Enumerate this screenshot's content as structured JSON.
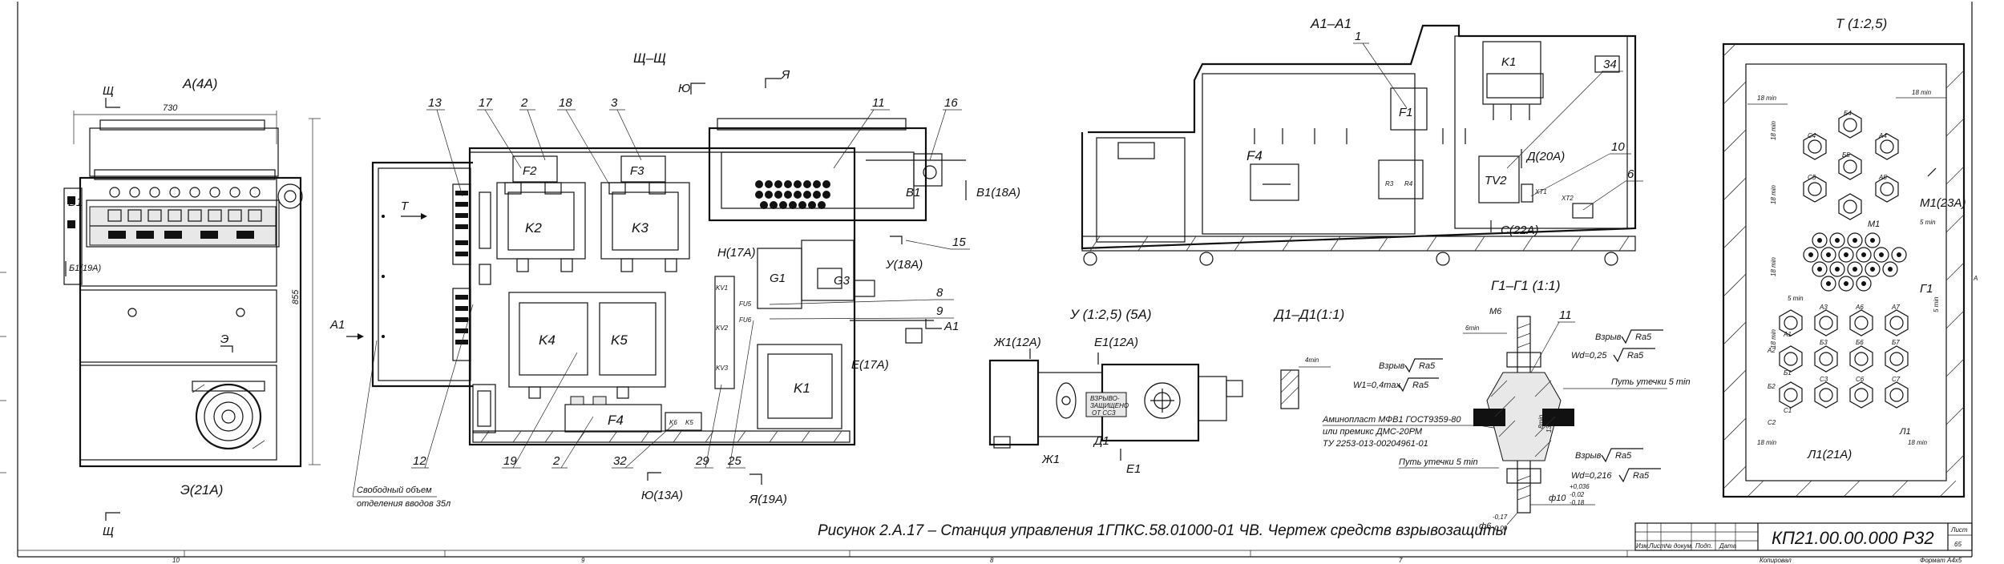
{
  "views": {
    "a4a": "А(4А)",
    "shch": "Щ–Щ",
    "a1a1": "А1–А1",
    "t_scale": "Т (1:2,5)",
    "u_scale": "У (1:2,5) (5А)",
    "d1d1": "Д1–Д1(1:1)",
    "g1g1": "Г1–Г1 (1:1)"
  },
  "refs": {
    "shch1": "Щ",
    "shch2": "Щ",
    "b1": "Б1",
    "b1_19a": "Б1(19А)",
    "e": "Э",
    "e_21a": "Э(21А)",
    "t": "Т",
    "a1_left": "А1",
    "a1_right": "А1",
    "yu": "Ю",
    "yu_13a": "Ю(13А)",
    "ya": "Я",
    "ya_19a": "Я(19А)",
    "v1": "В1",
    "v1_18a": "В1(18А)",
    "u_18a": "У(18А)",
    "n_17a": "Н(17А)",
    "e_17a": "Е(17А)",
    "d_20a": "Д(20А)",
    "s_22a": "С(22А)",
    "m1": "М1",
    "m1_23a": "М1(23А)",
    "l1": "Л1",
    "l1_21a": "Л1(21А)",
    "g1": "Г1",
    "zh1_12a": "Ж1(12А)",
    "e1_12a": "Е1(12А)",
    "zh1": "Ж1",
    "d1": "Д1",
    "e1": "Е1"
  },
  "dims": {
    "w730": "730",
    "h855": "855",
    "m6": "М6",
    "min4": "4min",
    "min6": "6min",
    "min8": "8min",
    "min13": "13min",
    "min18": "18 min",
    "min5": "5 min",
    "phi10": "ф10",
    "phi10_tol1": "+0,036",
    "phi10_tol2": "-0,02",
    "phi10_tol3": "-0,18",
    "phi6": "ф6",
    "phi6_tol1": "-0,17",
    "phi6_tol2": "-0,00"
  },
  "callouts": [
    "13",
    "17",
    "2",
    "18",
    "3",
    "11",
    "16",
    "15",
    "8",
    "9",
    "12",
    "19",
    "2",
    "32",
    "29",
    "25",
    "1",
    "34",
    "10",
    "6",
    "11"
  ],
  "components": {
    "f2": "F2",
    "f3": "F3",
    "k2": "K2",
    "k3": "K3",
    "k4": "K4",
    "k5": "K5",
    "k1": "K1",
    "f4": "F4",
    "g1": "G1",
    "g3": "G3",
    "kv1": "KV1",
    "kv2": "KV2",
    "kv3": "KV3",
    "fu5": "FU5",
    "fu6": "FU6",
    "f1": "F1",
    "k1b": "K1",
    "f4b": "F4",
    "r3": "R3",
    "r4": "R4",
    "tv2": "TV2",
    "xt1": "XT1",
    "xt2": "XT2",
    "a1": "А1",
    "a2": "А2",
    "a3": "А3",
    "a4": "А4",
    "a5": "А5",
    "a6": "А6",
    "a7": "А7",
    "b1": "Б1",
    "b2": "Б2",
    "b3": "Б3",
    "b4": "Б4",
    "b5": "Б5",
    "b6": "Б6",
    "b7": "Б7",
    "c1": "С1",
    "c2": "С2",
    "c3": "С3",
    "c4": "С4",
    "c5": "С5",
    "c6": "С6",
    "c7": "С7"
  },
  "notes": {
    "free_volume_1": "Свободный объем",
    "free_volume_2": "отделения вводов 35л",
    "vzryv": "Взрыв",
    "ra5": "Ra5",
    "w_max": "W1=0,4max",
    "wd025": "Wd=0,25",
    "wd0216": "Wd=0,216",
    "leak5": "Путь утечки 5 min",
    "material_1": "Аминопласт МФВ1 ГОСТ9359-80",
    "material_2": "или премикс ДМС-20РМ",
    "material_3": "ТУ 2253-013-00204961-01",
    "plate_1": "ВЗРЫВО-",
    "plate_2": "ЗАЩИЩЕНО",
    "plate_3": "ОТ ССЗ"
  },
  "caption": "Рисунок 2.А.17 – Станция управления 1ГПКС.58.01000-01 ЧВ. Чертеж средств взрывозащиты",
  "stamp": {
    "code": "КП21.00.00.000 Р32",
    "sheet_label": "Лист",
    "sheet_no": "65",
    "col_izm": "Изм.",
    "col_list": "Лист",
    "col_doc": "№ докум.",
    "col_sign": "Подп.",
    "col_date": "Дата",
    "copied": "Копировал",
    "format": "Формат А4х5"
  },
  "frame": {
    "zones": [
      "10",
      "9",
      "8",
      "7"
    ],
    "side_mark": "А"
  }
}
